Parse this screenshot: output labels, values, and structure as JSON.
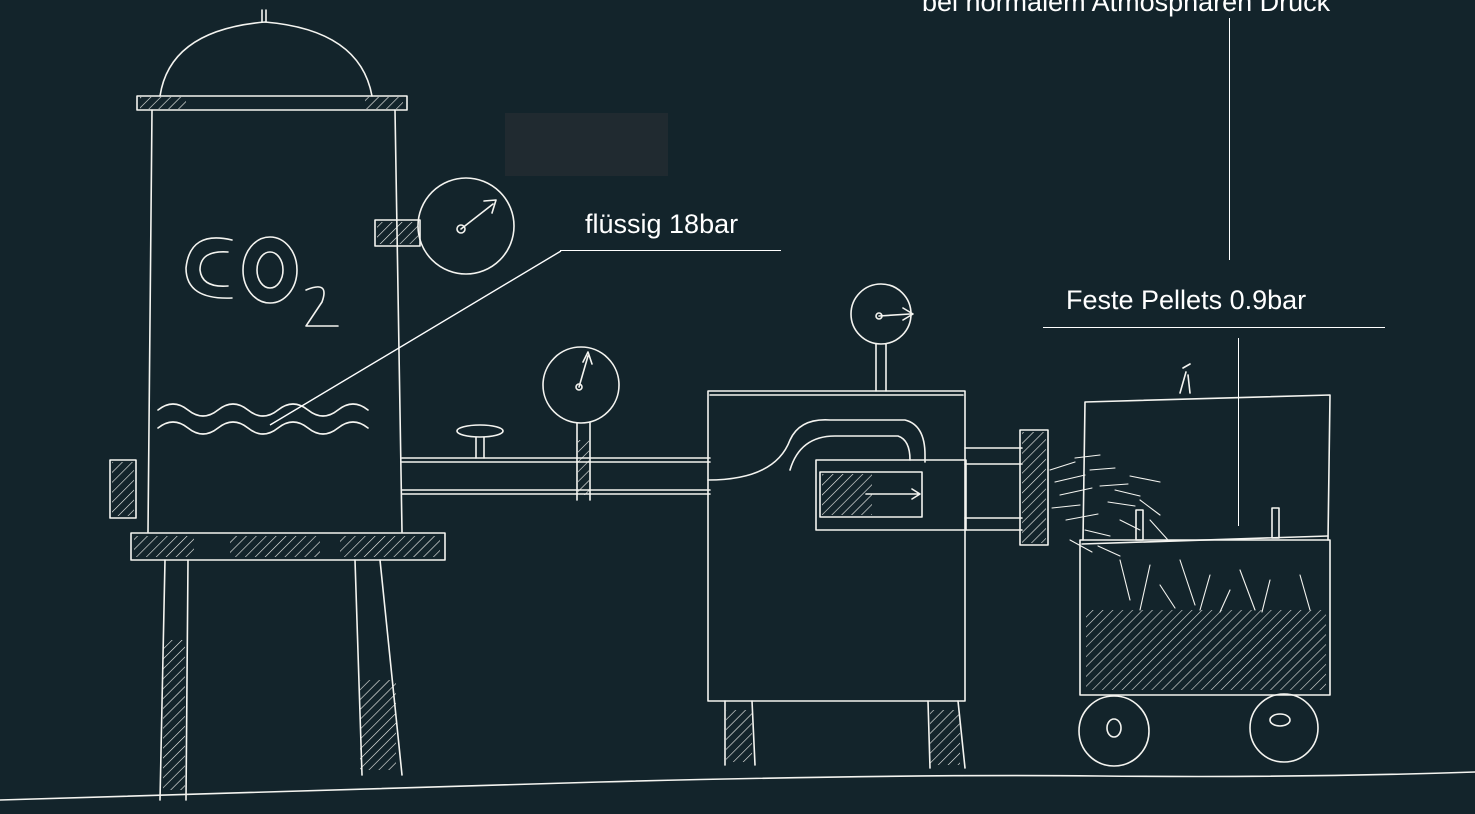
{
  "labels": {
    "top_cut": "bei normalem Atmosphären Druck",
    "liquid": "flüssig 18bar",
    "pellets": "Feste Pellets 0.9bar",
    "tank_mark": "CO2"
  },
  "colors": {
    "background": "#13242b",
    "chalk": "#f4f4f0"
  }
}
